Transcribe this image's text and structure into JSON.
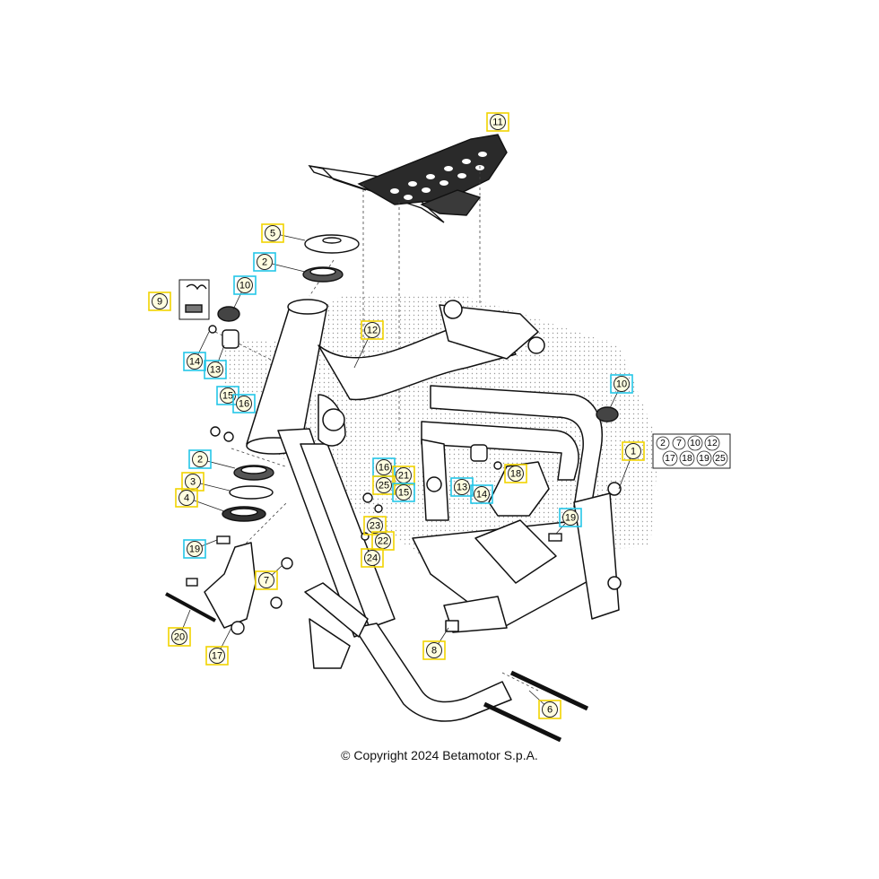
{
  "copyright": "© Copyright 2024 Betamotor S.p.A.",
  "kit_box": {
    "row1": [
      "2",
      "7",
      "10",
      "12"
    ],
    "row2": [
      "17",
      "18",
      "19",
      "25"
    ]
  },
  "callouts": [
    {
      "id": "11"
    },
    {
      "id": "5"
    },
    {
      "id": "2"
    },
    {
      "id": "9"
    },
    {
      "id": "10"
    },
    {
      "id": "14"
    },
    {
      "id": "13"
    },
    {
      "id": "15"
    },
    {
      "id": "16"
    },
    {
      "id": "12"
    },
    {
      "id": "10"
    },
    {
      "id": "1"
    },
    {
      "id": "2"
    },
    {
      "id": "3"
    },
    {
      "id": "4"
    },
    {
      "id": "16"
    },
    {
      "id": "21"
    },
    {
      "id": "25"
    },
    {
      "id": "15"
    },
    {
      "id": "13"
    },
    {
      "id": "14"
    },
    {
      "id": "18"
    },
    {
      "id": "23"
    },
    {
      "id": "22"
    },
    {
      "id": "24"
    },
    {
      "id": "19"
    },
    {
      "id": "19"
    },
    {
      "id": "7"
    },
    {
      "id": "20"
    },
    {
      "id": "17"
    },
    {
      "id": "8"
    },
    {
      "id": "6"
    }
  ]
}
